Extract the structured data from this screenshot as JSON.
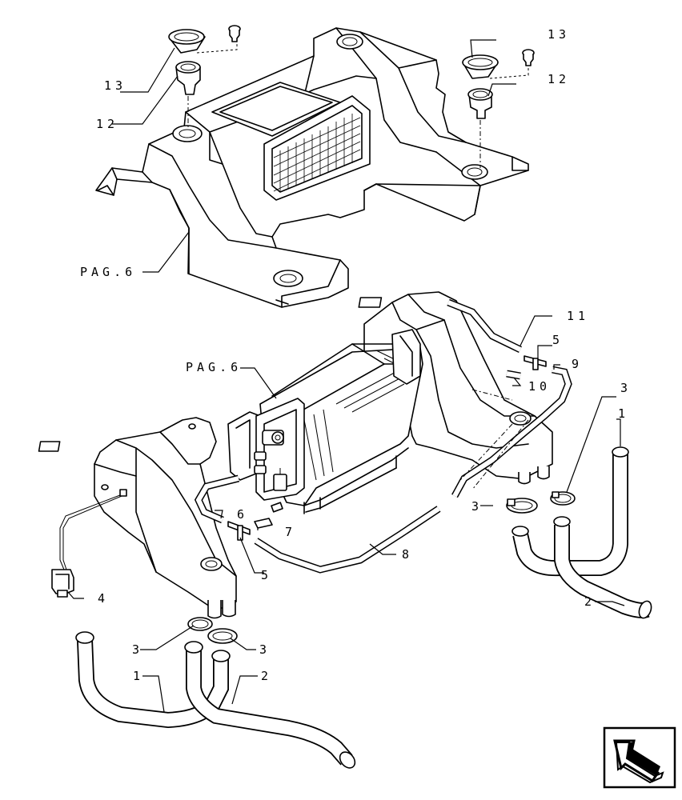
{
  "callouts": {
    "c13_left": "13",
    "c12_left": "12",
    "c13_right": "13",
    "c12_right": "12",
    "pag6_top": "PAG.6",
    "pag6_mid": "PAG.6",
    "c11": "11",
    "c5_top": "5",
    "c9": "9",
    "c10": "10",
    "c3_right_upper": "3",
    "c1_right": "1",
    "c3_right_lower": "3",
    "c6": "6",
    "c7": "7",
    "c5_bottom": "5",
    "c8": "8",
    "c4": "4",
    "c2_right": "2",
    "c3_bottom_left": "3",
    "c3_bottom_right": "3",
    "c1_bottom": "1",
    "c2_bottom": "2"
  },
  "icons": {
    "nav": "page-arrow-icon"
  }
}
